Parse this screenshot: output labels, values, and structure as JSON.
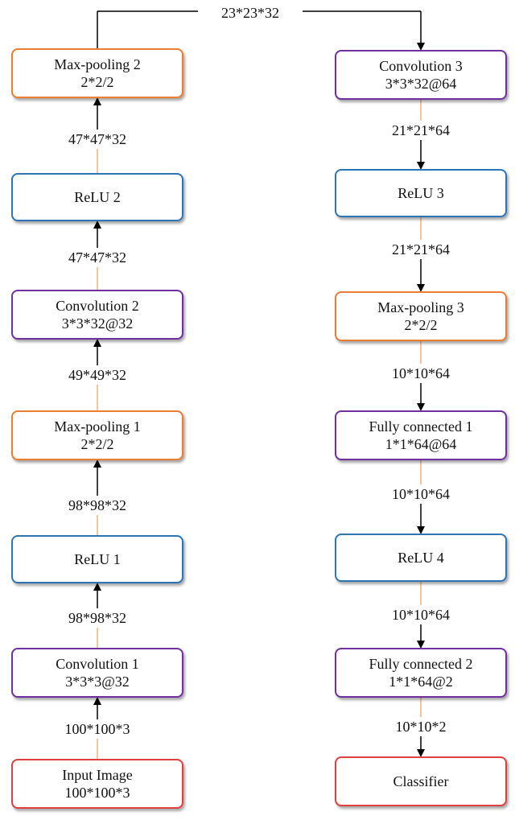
{
  "left_column": [
    {
      "id": "max-pooling-2",
      "title": "Max-pooling 2",
      "param": "2*2/2",
      "kind": "pooling"
    },
    {
      "id": "relu-2",
      "title": "ReLU 2",
      "param": "",
      "kind": "relu"
    },
    {
      "id": "convolution-2",
      "title": "Convolution 2",
      "param": "3*3*32@32",
      "kind": "conv"
    },
    {
      "id": "max-pooling-1",
      "title": "Max-pooling 1",
      "param": "2*2/2",
      "kind": "pooling"
    },
    {
      "id": "relu-1",
      "title": "ReLU 1",
      "param": "",
      "kind": "relu"
    },
    {
      "id": "convolution-1",
      "title": "Convolution 1",
      "param": "3*3*3@32",
      "kind": "conv"
    },
    {
      "id": "input-image",
      "title": "Input Image",
      "param": "100*100*3",
      "kind": "io"
    }
  ],
  "left_dims": [
    "47*47*32",
    "47*47*32",
    "49*49*32",
    "98*98*32",
    "98*98*32",
    "100*100*3"
  ],
  "right_column": [
    {
      "id": "convolution-3",
      "title": "Convolution 3",
      "param": "3*3*32@64",
      "kind": "conv"
    },
    {
      "id": "relu-3",
      "title": "ReLU 3",
      "param": "",
      "kind": "relu"
    },
    {
      "id": "max-pooling-3",
      "title": "Max-pooling 3",
      "param": "2*2/2",
      "kind": "pooling"
    },
    {
      "id": "fully-connected-1",
      "title": "Fully connected 1",
      "param": "1*1*64@64",
      "kind": "conv"
    },
    {
      "id": "relu-4",
      "title": "ReLU 4",
      "param": "",
      "kind": "relu"
    },
    {
      "id": "fully-connected-2",
      "title": "Fully connected 2",
      "param": "1*1*64@2",
      "kind": "conv"
    },
    {
      "id": "classifier",
      "title": "Classifier",
      "param": "",
      "kind": "io"
    }
  ],
  "right_dims": [
    "21*21*64",
    "21*21*64",
    "10*10*64",
    "10*10*64",
    "10*10*64",
    "10*10*2"
  ],
  "bridge_label": "23*23*32",
  "colors": {
    "pooling": "#ED7D31",
    "relu": "#2E75B6",
    "conv": "#7030A0",
    "io": "#E04040",
    "connector": "#F4B183",
    "arrow": "#000000"
  }
}
